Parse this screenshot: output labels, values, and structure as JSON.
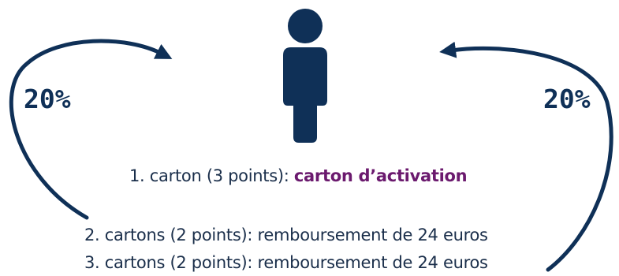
{
  "colors": {
    "primary": "#0f3057",
    "accent": "#6b1a6e",
    "text": "#1a2e4a"
  },
  "icons": {
    "person": "person-icon",
    "left_arrow": "curved-arrow-icon",
    "right_arrow": "curved-arrow-icon"
  },
  "left_percent": "20%",
  "right_percent": "20%",
  "steps": [
    {
      "prefix": "1. carton (3 points): ",
      "highlight": "carton d’activation"
    },
    {
      "text": "2. cartons (2 points): remboursement de 24 euros"
    },
    {
      "text": "3. cartons (2 points): remboursement de 24 euros"
    }
  ]
}
